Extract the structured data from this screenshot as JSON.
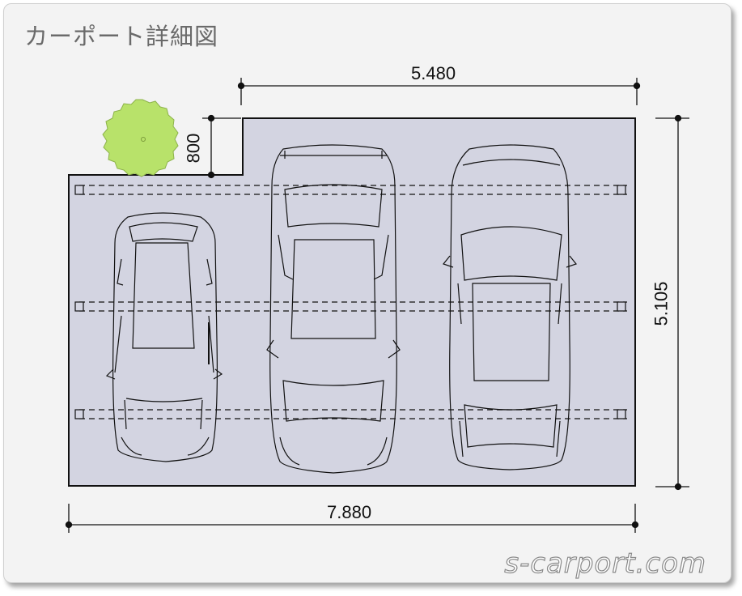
{
  "title": "カーポート詳細図",
  "dimensions": {
    "top_width": "5.480",
    "notch_depth": "800",
    "right_height": "5.105",
    "bottom_width": "7.880"
  },
  "watermark": "s-carport.com",
  "colors": {
    "slab": "#d3d4e1",
    "tree": "#b8e26a",
    "line": "#111111"
  }
}
